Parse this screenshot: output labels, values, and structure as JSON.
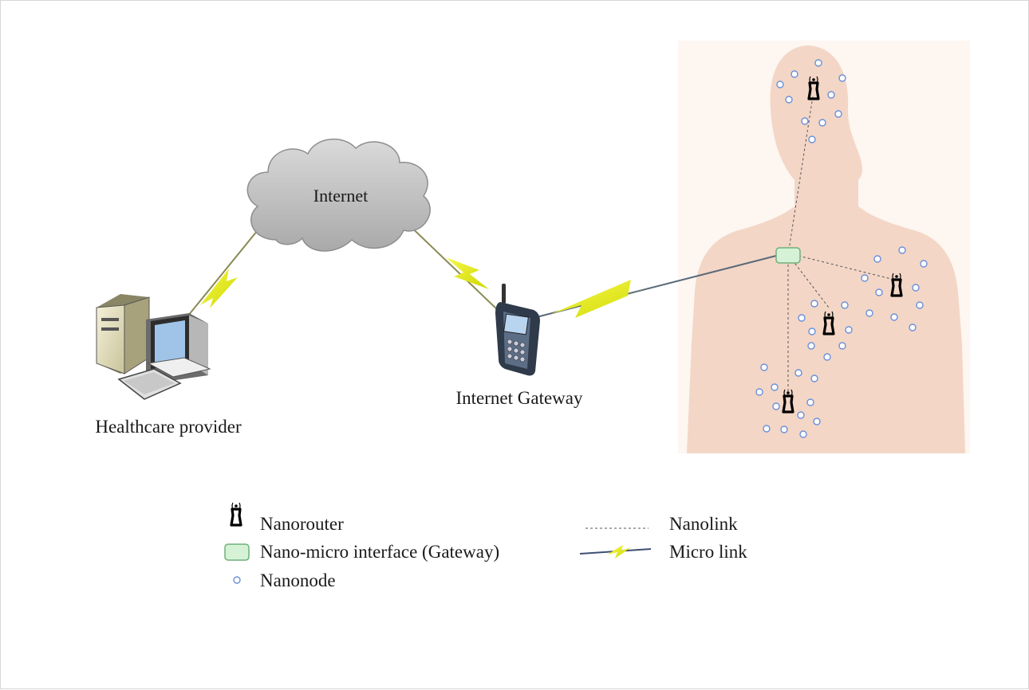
{
  "labels": {
    "internet": "Internet",
    "gateway": "Internet Gateway",
    "provider": "Healthcare provider"
  },
  "legend": {
    "nanorouter": "Nanorouter",
    "interface": "Nano-micro interface (Gateway)",
    "nanonode": "Nanonode",
    "nanolink": "Nanolink",
    "microlink": "Micro link"
  },
  "colors": {
    "body": "#f3d6c6",
    "nanonode": "#6b8fd9",
    "interface_fill": "#d6f2d6",
    "interface_stroke": "#6fb07a",
    "cloud": "#c8c8c8",
    "bolt": "#eaf21e"
  },
  "icons": [
    "computer-icon",
    "cloud-icon",
    "cell-phone-icon",
    "nanorouter-icon",
    "nanonode-icon",
    "gateway-icon",
    "lightning-icon"
  ]
}
